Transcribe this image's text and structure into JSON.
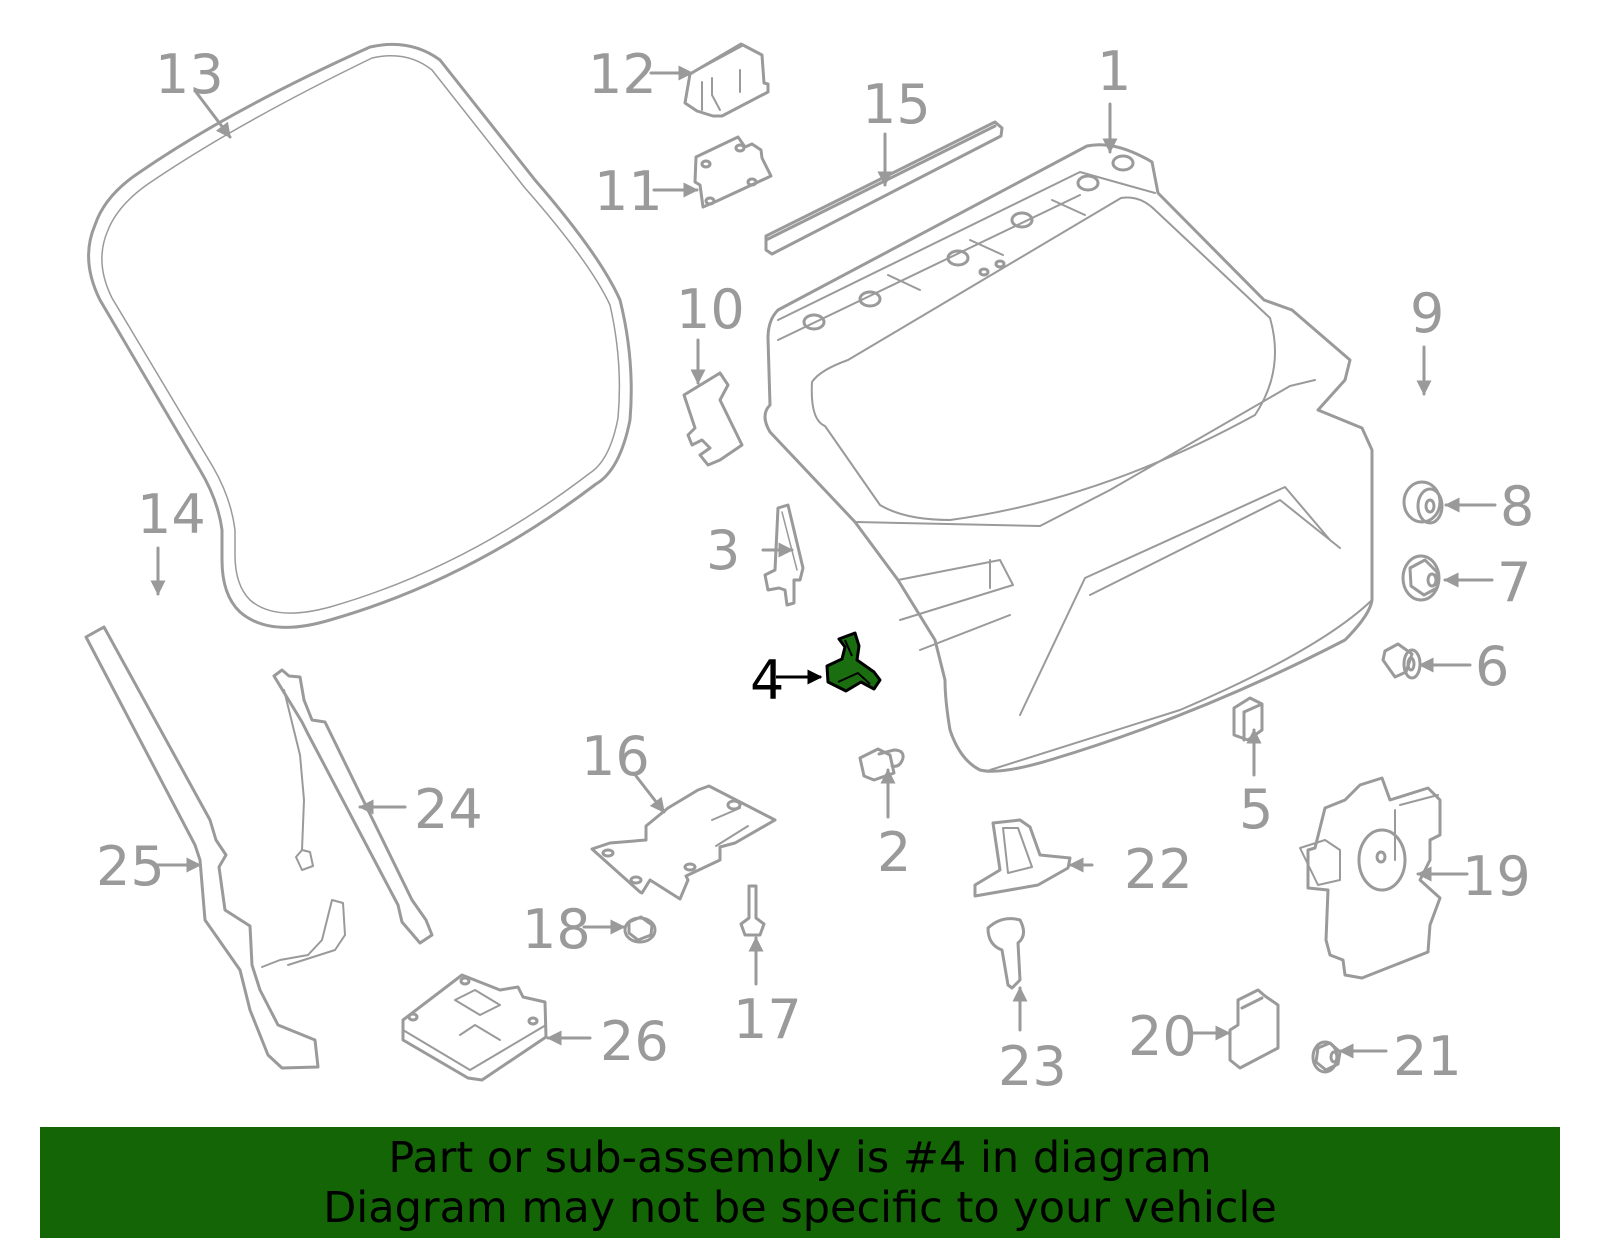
{
  "diagram": {
    "highlighted_part": "4",
    "colors": {
      "line": "#9a9a9a",
      "highlight_fill": "#1a6e10",
      "highlight_stroke": "#000000",
      "banner_bg": "#136505",
      "banner_text": "#000000"
    },
    "callouts": [
      {
        "id": "1",
        "label": "1"
      },
      {
        "id": "2",
        "label": "2"
      },
      {
        "id": "3",
        "label": "3"
      },
      {
        "id": "4",
        "label": "4"
      },
      {
        "id": "5",
        "label": "5"
      },
      {
        "id": "6",
        "label": "6"
      },
      {
        "id": "7",
        "label": "7"
      },
      {
        "id": "8",
        "label": "8"
      },
      {
        "id": "9",
        "label": "9"
      },
      {
        "id": "10",
        "label": "10"
      },
      {
        "id": "11",
        "label": "11"
      },
      {
        "id": "12",
        "label": "12"
      },
      {
        "id": "13",
        "label": "13"
      },
      {
        "id": "14",
        "label": "14"
      },
      {
        "id": "15",
        "label": "15"
      },
      {
        "id": "16",
        "label": "16"
      },
      {
        "id": "17",
        "label": "17"
      },
      {
        "id": "18",
        "label": "18"
      },
      {
        "id": "19",
        "label": "19"
      },
      {
        "id": "20",
        "label": "20"
      },
      {
        "id": "21",
        "label": "21"
      },
      {
        "id": "22",
        "label": "22"
      },
      {
        "id": "23",
        "label": "23"
      },
      {
        "id": "24",
        "label": "24"
      },
      {
        "id": "25",
        "label": "25"
      },
      {
        "id": "26",
        "label": "26"
      }
    ]
  },
  "banner": {
    "line1": "Part or sub-assembly is #4 in diagram",
    "line2": "Diagram may not be specific to your vehicle"
  }
}
